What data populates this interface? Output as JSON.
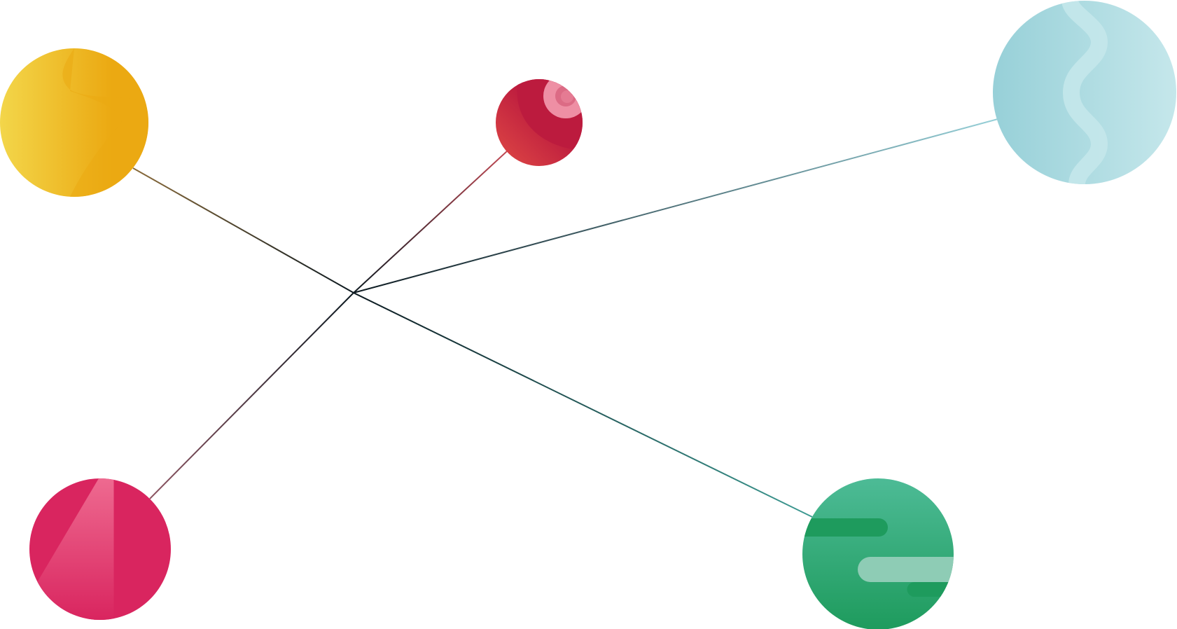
{
  "palette": {
    "yellow": "#EBA912",
    "yellow_light": "#F3D64A",
    "red": "#BC1B3E",
    "red_light": "#E04A45",
    "pink_accent": "#EE8FA4",
    "blue": "#97D0D8",
    "blue_light": "#C5E7EB",
    "magenta": "#D9255F",
    "magenta_light": "#EE6A90",
    "green": "#1E9B5D",
    "green_light": "#4DBB96",
    "mint": "#8ECCB5",
    "line_dark": "#0C1920"
  },
  "nodes": [
    {
      "name": "yellow-circle-node",
      "color": "yellow"
    },
    {
      "name": "red-circle-node",
      "color": "red"
    },
    {
      "name": "blue-circle-node",
      "color": "blue"
    },
    {
      "name": "magenta-circle-node",
      "color": "magenta"
    },
    {
      "name": "green-circle-node",
      "color": "green"
    }
  ]
}
